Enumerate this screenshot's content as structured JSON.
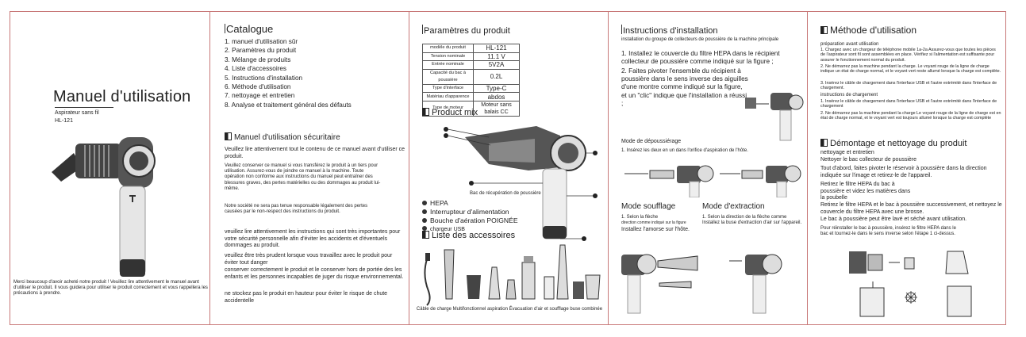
{
  "cover": {
    "title": "Manuel d'utilisation",
    "subtitle": "Aspirateur sans fil",
    "model": "HL-121",
    "thanks_text": "Merci beaucoup d'avoir acheté notre produit ! Veuillez lire attentivement le manuel avant d'utiliser le produit. Il vous guidera pour utiliser le produit correctement et vous rappellera les précautions à prendre."
  },
  "catalogue": {
    "title": "Catalogue",
    "items": [
      "1. manuel d'utilisation sûr",
      "2. Paramètres du produit",
      "3. Mélange de produits",
      "4. Liste d'accessoires",
      "5. Instructions d'installation",
      "6. Méthode d'utilisation",
      "7. nettoyage et entretien",
      "8.    Analyse et traitement général des défauts"
    ]
  },
  "safety": {
    "title": "Manuel d'utilisation sécuritaire",
    "p1": "Veuillez lire attentivement tout le contenu de ce manuel avant d'utiliser ce produit.",
    "p2": "Veuillez conserver ce manuel si vous transférez le produit à un tiers pour utilisation. Assurez-vous de joindre ce manuel à la machine. Toute opération non conforme aux instructions du manuel peut entraîner des blessures graves, des pertes matérielles ou des dommages au produit lui-même.",
    "p3": "Notre société ne sera pas tenue responsable légalement des pertes causées par le non-respect des instructions du produit.",
    "p4": "veuillez lire attentivement les instructions qui sont très importantes pour votre sécurité personnelle afin d'éviter les accidents et d'éventuels dommages au produit.",
    "p5": "veuillez être très prudent lorsque vous travaillez avec le produit pour éviter tout danger",
    "p6": "conserver correctement le produit et le conserver hors de portée des les enfants et les personnes incapables de juger du risque environnemental.",
    "p7": "ne stockez pas le produit en hauteur pour éviter le risque de chute accidentelle"
  },
  "params": {
    "title": "Paramètres du produit",
    "rows": [
      {
        "k": "modèle du produit",
        "v": "HL-121"
      },
      {
        "k": "Tension nominale",
        "v": "11.1 V"
      },
      {
        "k": "Entrée nominale",
        "v": "5V2A"
      },
      {
        "k": "Capacité du bac à poussière",
        "v": "0.2L"
      },
      {
        "k": "Type d'interface",
        "v": "Type-C"
      },
      {
        "k": "Matériau d'apparence",
        "v": "abdos"
      },
      {
        "k": "Type de moteur",
        "v": "Moteur sans balais CC"
      }
    ]
  },
  "product_mix": {
    "title": "Product mix",
    "dust_bin_label": "Bac de récupération de poussière",
    "parts": [
      "HEPA",
      "Interrupteur d'alimentation",
      "Bouche d'aération POIGNÉE",
      "chargeur USB"
    ]
  },
  "accessories": {
    "title": "Liste des accessoires",
    "caption": "Câble de charge Multifonctionnel aspiration Évacuation d'air et soufflage buse combinée"
  },
  "install": {
    "title": "Instructions d'installation",
    "subtitle": "installation du groupe de collecteurs de poussière de la machine principale",
    "step1": "1. Installez le couvercle du filtre HEPA dans le récipient collecteur de poussière comme indiqué sur la figure ;",
    "step2": "2. Faites pivoter l'ensemble du récipient à poussière dans le sens inverse des aiguilles d'une montre comme indiqué sur la figure, et un \"clic\" indique que l'installation a réussi ;",
    "dust_mode_title": "Mode de dépoussiérage",
    "dust_mode_text": "1. Insérez les deux en un dans l'orifice d'aspiration de l'hôte.",
    "blow_mode_title": "Mode soufflage",
    "blow_mode_text1": "1. Selon la flèche",
    "blow_mode_text2": "direction comme indiqué sur la figure",
    "blow_mode_text3": "Installez l'amorse sur l'hôte.",
    "extract_mode_title": "Mode d'extraction",
    "extract_mode_text": "1. Selon la direction de la flèche comme Installez la buse d'extraction d'air sur l'appareil."
  },
  "method": {
    "title": "Méthode d'utilisation",
    "prep_title": "préparation avant utilisation",
    "prep_text": "1. Chargez avec un chargeur de téléphone mobile 1a-2a Assurez-vous que toutes les pièces de l'aspirateur sont fil sont assemblées en place. Vérifiez si l'alimentation est suffisante pour assurer le fonctionnement normal du produit.",
    "prep_text2": "2. Ne démarrez pas la machine pendant la charge. Le voyant rouge de la ligne de charge indique un état de charge normal, et le voyant vert reste allumé lorsque la charge est complète.",
    "prep_text3": "3. Insérez le câble de chargement dans l'interface USB et l'autre extrémité dans l'interface de chargement.",
    "charge_title": "instructions de chargement",
    "charge_text1": "1. Insérez le câble de chargement dans l'interface USB et l'autre extrémité dans l'interface de chargement",
    "charge_text2": "2. Ne démarrez pas la machine pendant la charge Le voyant rouge de la ligne de charge est en état de charge normal, et le voyant vert est toujours allumé lorsque la charge est complète"
  },
  "cleaning": {
    "title": "Démontage et nettoyage du produit",
    "sub1": "nettoyage et entretien",
    "sub2": "Nettoyer le bac collecteur de poussière",
    "p1": "Tout d'abord, faites pivoter le réservoir à poussière dans la direction indiquée sur l'image et retirez-le de l'appareil.",
    "p2": "Retirez le filtre HEPA du bac à poussière et videz les matières dans la poubelle",
    "p3": "Retirez le filtre HEPA et le bac à poussière successivement, et nettoyez le couvercle du filtre HEPA avec une brosse.",
    "p4": "Le bac à poussière peut être lavé et séché avant utilisation.",
    "p5": "Pour réinstaller le bac à poussière, insérez le filtre HEPA dans le bac et tournez-le dans le sens inverse selon l'étape 1 ci-dessus."
  },
  "colors": {
    "border": "#c87878",
    "text": "#222222"
  }
}
